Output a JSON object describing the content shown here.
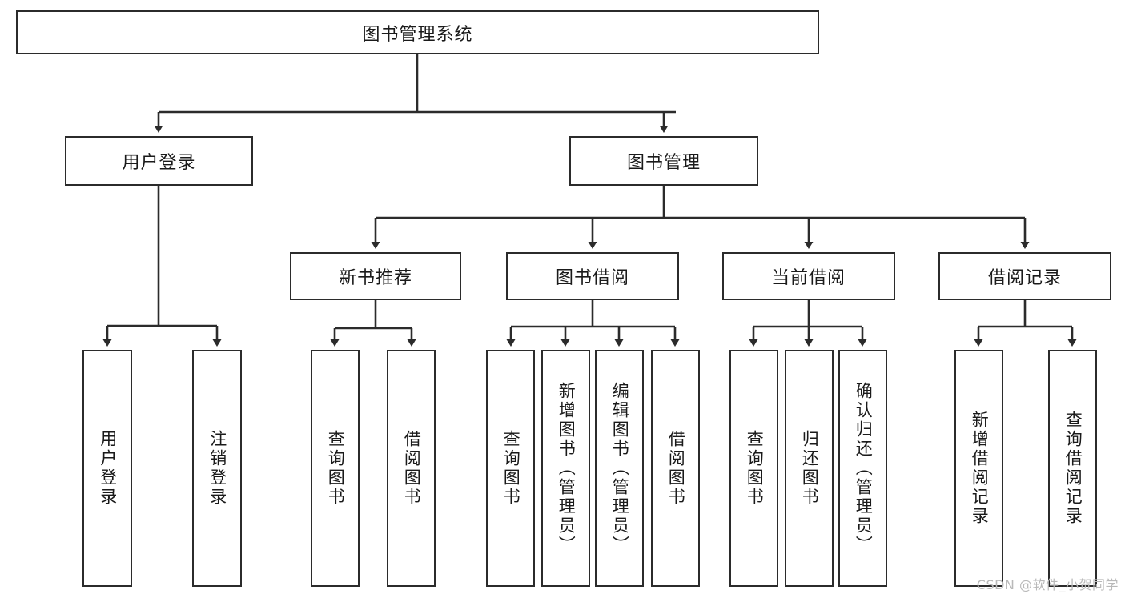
{
  "diagram": {
    "type": "tree-hierarchy",
    "title": "图书管理系统",
    "root": {
      "id": "root",
      "label": "图书管理系统"
    },
    "level1": [
      {
        "id": "user-login",
        "label": "用户登录"
      },
      {
        "id": "book-management",
        "label": "图书管理"
      }
    ],
    "level2": [
      {
        "id": "new-book-recommend",
        "label": "新书推荐",
        "parent": "book-management"
      },
      {
        "id": "book-borrow",
        "label": "图书借阅",
        "parent": "book-management"
      },
      {
        "id": "current-borrow",
        "label": "当前借阅",
        "parent": "book-management"
      },
      {
        "id": "borrow-record",
        "label": "借阅记录",
        "parent": "book-management"
      }
    ],
    "leaves": [
      {
        "id": "leaf-user-login",
        "label": "用户登录",
        "parent": "user-login"
      },
      {
        "id": "leaf-logout",
        "label": "注销登录",
        "parent": "user-login"
      },
      {
        "id": "leaf-query-book-1",
        "label": "查询图书",
        "parent": "new-book-recommend"
      },
      {
        "id": "leaf-borrow-book-1",
        "label": "借阅图书",
        "parent": "new-book-recommend"
      },
      {
        "id": "leaf-query-book-2",
        "label": "查询图书",
        "parent": "book-borrow"
      },
      {
        "id": "leaf-add-book",
        "label": "新增图书（管理员）",
        "parent": "book-borrow"
      },
      {
        "id": "leaf-edit-book",
        "label": "编辑图书（管理员）",
        "parent": "book-borrow"
      },
      {
        "id": "leaf-borrow-book-2",
        "label": "借阅图书",
        "parent": "book-borrow"
      },
      {
        "id": "leaf-query-book-3",
        "label": "查询图书",
        "parent": "current-borrow"
      },
      {
        "id": "leaf-return-book",
        "label": "归还图书",
        "parent": "current-borrow"
      },
      {
        "id": "leaf-confirm-return",
        "label": "确认归还（管理员）",
        "parent": "current-borrow"
      },
      {
        "id": "leaf-add-record",
        "label": "新增借阅记录",
        "parent": "borrow-record"
      },
      {
        "id": "leaf-query-record",
        "label": "查询借阅记录",
        "parent": "borrow-record"
      }
    ],
    "colors": {
      "box_border": "#2b2b2b",
      "box_fill": "#ffffff",
      "edge": "#2b2b2b",
      "text": "#1a1a1a",
      "watermark": "#b9b9b9",
      "background": "#ffffff"
    }
  },
  "watermark": {
    "text": "CSDN @软件_小贺同学"
  }
}
